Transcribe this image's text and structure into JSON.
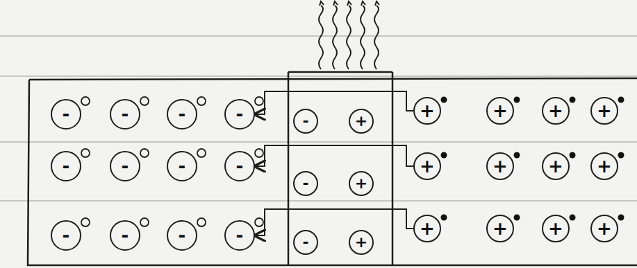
{
  "diagram": {
    "nodes": [
      {
        "text": [
          "-"
        ]
      },
      {
        "text": [
          "-"
        ]
      },
      {
        "text": [
          "-"
        ]
      },
      {
        "text": [
          "-"
        ]
      },
      {
        "text": [
          "-"
        ]
      },
      {
        "text": [
          "+"
        ]
      },
      {
        "text": [
          "+"
        ]
      },
      {
        "text": [
          "+"
        ]
      },
      {
        "text": [
          "+"
        ]
      },
      {
        "text": [
          "+"
        ]
      },
      {
        "text": [
          "-"
        ]
      },
      {
        "text": [
          "-"
        ]
      },
      {
        "text": [
          "-"
        ]
      },
      {
        "text": [
          "-"
        ]
      },
      {
        "text": [
          "-"
        ]
      },
      {
        "text": [
          "+"
        ]
      },
      {
        "text": [
          "+"
        ]
      },
      {
        "text": [
          "+"
        ]
      },
      {
        "text": [
          "+"
        ]
      },
      {
        "text": [
          "+"
        ]
      },
      {
        "text": [
          "-"
        ]
      },
      {
        "text": [
          "-"
        ]
      },
      {
        "text": [
          "-"
        ]
      },
      {
        "text": [
          "-"
        ]
      },
      {
        "text": [
          "-"
        ]
      },
      {
        "text": [
          "+"
        ]
      },
      {
        "text": [
          "+"
        ]
      },
      {
        "text": [
          "+"
        ]
      },
      {
        "text": [
          "+"
        ]
      },
      {
        "text": [
          "+"
        ]
      }
    ],
    "edges": [
      {
        "from": 6,
        "to": 3,
        "arrow": "to"
      },
      {
        "from": 16,
        "to": 13,
        "arrow": "to"
      },
      {
        "from": 26,
        "to": 23,
        "arrow": "to"
      }
    ]
  }
}
